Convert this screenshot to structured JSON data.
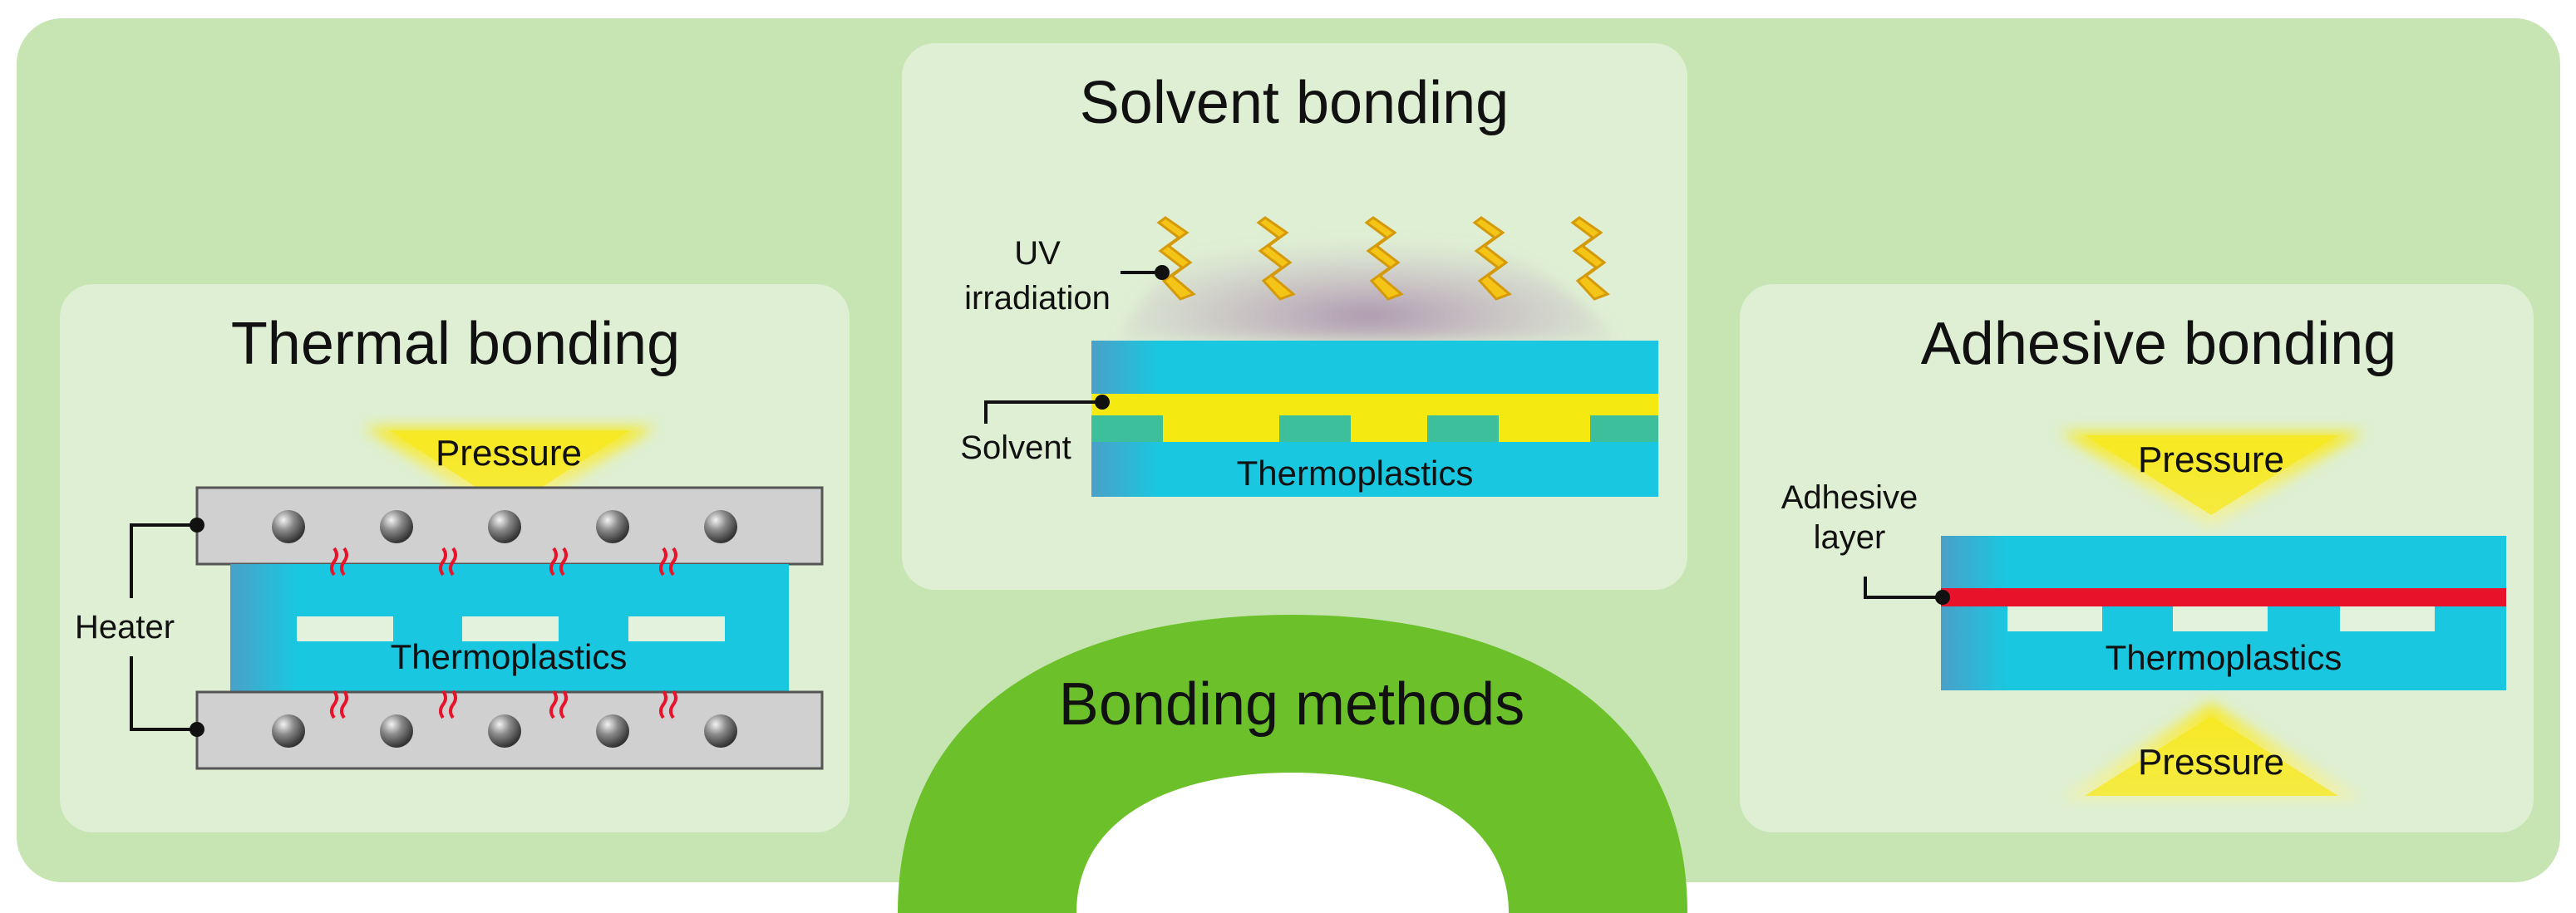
{
  "center": {
    "title": "Bonding methods"
  },
  "thermal": {
    "title": "Thermal bonding",
    "pressure": "Pressure",
    "heater": "Heater",
    "material": "Thermoplastics"
  },
  "solvent": {
    "title": "Solvent bonding",
    "uv_line1": "UV",
    "uv_line2": "irradiation",
    "solvent": "Solvent",
    "material": "Thermoplastics"
  },
  "adhesive": {
    "title": "Adhesive bonding",
    "pressure_top": "Pressure",
    "pressure_bottom": "Pressure",
    "layer_line1": "Adhesive",
    "layer_line2": "layer",
    "material": "Thermoplastics"
  },
  "colors": {
    "background": "#c6e5b3",
    "panel": "#deefd3",
    "arch": "#6cc12a",
    "thermoplastic": "#19c8e0",
    "adhesive": "#e8132a",
    "solvent": "#f4ea12",
    "heater_plate": "#d0d0d0",
    "pressure_arrow": "#f8e820"
  }
}
